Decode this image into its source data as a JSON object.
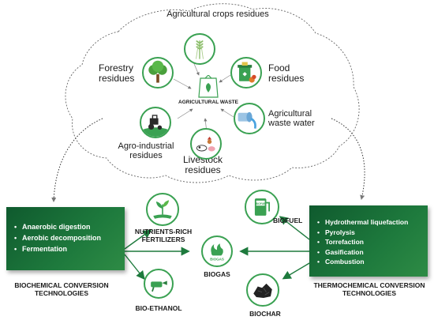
{
  "waste_sources": {
    "center_label": "AGRICULTURAL WASTE",
    "items": [
      {
        "id": "crops",
        "label": "Agricultural crops residues",
        "icon": "wheat-icon"
      },
      {
        "id": "forestry",
        "label": "Forestry residues",
        "icon": "tree-icon"
      },
      {
        "id": "food",
        "label": "Food residues",
        "icon": "food-bin-icon"
      },
      {
        "id": "agro_industrial",
        "label": "Agro-industrial residues",
        "icon": "tractor-icon"
      },
      {
        "id": "livestock",
        "label": "Livestock residues",
        "icon": "livestock-icon"
      },
      {
        "id": "wastewater",
        "label": "Agricultural waste water",
        "icon": "water-pipe-icon"
      }
    ]
  },
  "biochemical": {
    "processes": [
      "Anaerobic digestion",
      "Aerobic decomposition",
      "Fermentation"
    ],
    "title": "BIOCHEMICAL CONVERSION TECHNOLOGIES"
  },
  "thermochemical": {
    "processes": [
      "Hydrothermal liquefaction",
      "Pyrolysis",
      "Torrefaction",
      "Gasification",
      "Combustion"
    ],
    "title": "THERMOCHEMICAL CONVERSION TECHNOLOGIES"
  },
  "products": {
    "fertilizers": "NUTRIENTS-RICH FERTILIZERS",
    "biogas": "BIOGAS",
    "biogas_icon_text": "BIOGAS",
    "bioethanol": "BIO-ETHANOL",
    "biofuel": "BIOFUEL",
    "biofuel_icon_text": "BIOFUE",
    "biochar": "BIOCHAR"
  },
  "colors": {
    "accent_green": "#3aa152",
    "box_dark_green": "#0f5a2e",
    "arrow_green": "#1e7a3d"
  }
}
